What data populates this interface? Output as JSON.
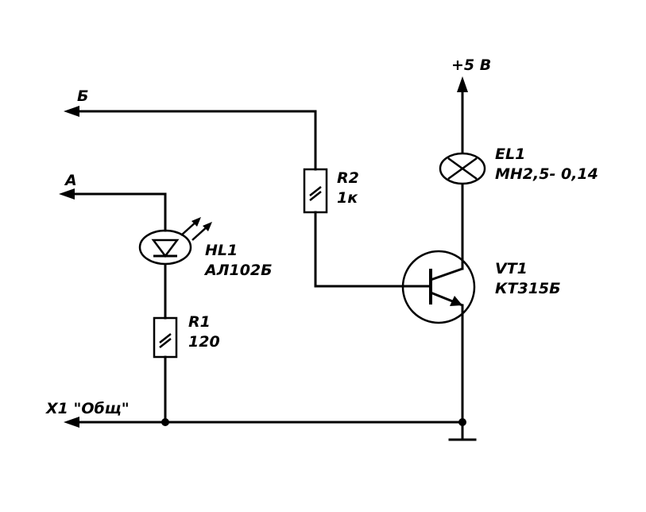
{
  "labels": {
    "supply": "+5 В",
    "input_b": "Б",
    "input_a": "А",
    "common": "X1 \"Общ\""
  },
  "components": {
    "led": {
      "ref": "HL1",
      "value": "АЛ102Б"
    },
    "r1": {
      "ref": "R1",
      "value": "120"
    },
    "r2": {
      "ref": "R2",
      "value": "1к"
    },
    "lamp": {
      "ref": "EL1",
      "value": "МН2,5- 0,14"
    },
    "transistor": {
      "ref": "VT1",
      "value": "КТ315Б"
    }
  }
}
